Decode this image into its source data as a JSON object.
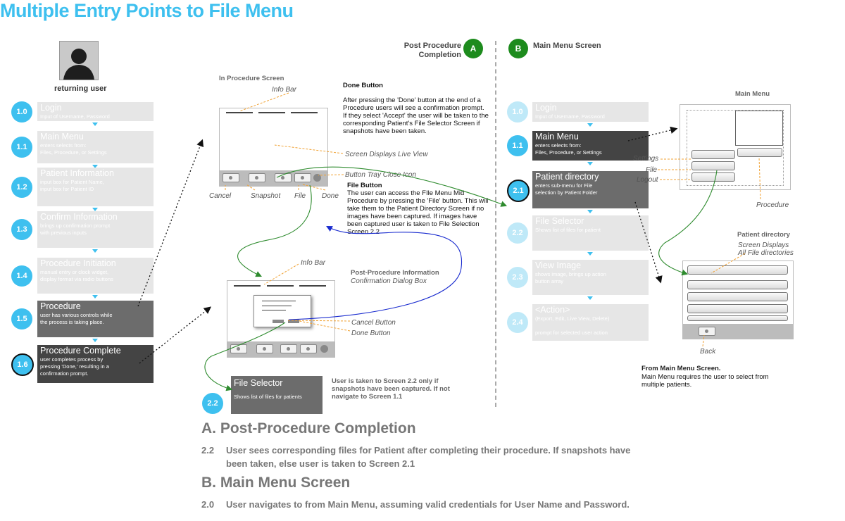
{
  "title": "Multiple Entry Points to File Menu",
  "user": {
    "label": "returning user"
  },
  "flow_left": [
    {
      "num": "1.0",
      "title": "Login",
      "desc": "Input of Username, Password"
    },
    {
      "num": "1.1",
      "title": "Main Menu",
      "desc": "enters selects from:\nFiles, Procedure, or Settings"
    },
    {
      "num": "1.2",
      "title": "Patient Information",
      "desc": "input box for Patient Name,\ninput box for Patient ID"
    },
    {
      "num": "1.3",
      "title": "Confirm Information",
      "desc": "brings up confirmation prompt\nwith previous inputs"
    },
    {
      "num": "1.4",
      "title": "Procedure Initiation",
      "desc": "manual entry or clock widget,\ndisplay format via radio buttons"
    },
    {
      "num": "1.5",
      "title": "Procedure",
      "desc": "user has various controls while\nthe process is taking place."
    },
    {
      "num": "1.6",
      "title": "Procedure  Complete",
      "desc": "user completes process by\npressing 'Done,' resulting in a\nconfirmation prompt."
    }
  ],
  "section_a": {
    "badge": "A",
    "title_line1": "Post Procedure",
    "title_line2": "Completion",
    "in_procedure": {
      "label": "In Procedure Screen",
      "info_bar": "Info Bar",
      "live_view": "Screen Displays Live View",
      "tray_close": "Button Tray Close Icon",
      "buttons": [
        "Cancel",
        "Snapshot",
        "File",
        "Done"
      ]
    },
    "done_button": {
      "heading": "Done Button",
      "text": "After pressing the 'Done' button at the end of a Procedure users will see a confirmation prompt. If they select 'Accept' the user will be taken to the corresponding Patient's File Selector Screen if snapshots have been taken."
    },
    "file_button": {
      "heading": "File Button",
      "text": "The user can access the FIle Menu Mid Procedure by pressing the 'File' button. This will take them to the Patient Directory Screen if no images have been captured. If images have been captured user is taken to File Selection Screen 2.2"
    },
    "post_procedure": {
      "info_bar": "Info Bar",
      "title": "Post-Procedure Information",
      "subtitle": "Confirmation Dialog Box",
      "cancel": "Cancel Button",
      "done": "Done Button"
    },
    "file_selector": {
      "num": "2.2",
      "title": "File Selector",
      "desc": "Shows list of files for patients",
      "note": "User is taken to Screen 2.2 only if snapshots have been captured. If not navigate to Screen 1.1"
    }
  },
  "section_b": {
    "badge": "B",
    "title": "Main Menu Screen",
    "flow": [
      {
        "num": "1.0",
        "title": "Login",
        "desc": "Input of Username, Password"
      },
      {
        "num": "1.1",
        "title": "Main Menu",
        "desc": "enters selects from:\nFiles, Procedure, or Settings"
      },
      {
        "num": "2.1",
        "title": "Patient directory",
        "desc": "enters sub-menu for File\nselection by Patient Folder"
      },
      {
        "num": "2.2",
        "title": "File Selector",
        "desc": "Shows list of files for patient"
      },
      {
        "num": "2.3",
        "title": "View Image",
        "desc": "shows image, brings up action\nbutton array"
      },
      {
        "num": "2.4",
        "title": "<Action>",
        "desc": "(Export, Edit, Live View, Delete)\n\nprompt for selected user action"
      }
    ],
    "main_menu": {
      "label": "Main Menu",
      "settings": "Settings",
      "file": "File",
      "logout": "Logout",
      "procedure": "Procedure"
    },
    "patient_directory": {
      "label": "Patient directory",
      "desc_line1": "Screen Displays",
      "desc_line2": "All File directories",
      "back": "Back"
    },
    "note_heading": "From Main Menu Screen.",
    "note_text": "Main Menu requires the user to select from multiple patients."
  },
  "summary": {
    "a_heading": "A.  Post-Procedure Completion",
    "a_num": "2.2",
    "a_text_line1": "User sees corresponding files for Patient after completing their procedure. If snapshots have",
    "a_text_line2": "been taken, else user is taken to Screen 2.1",
    "b_heading": "B.  Main Menu Screen",
    "b_num": "2.0",
    "b_text": "User navigates to from Main Menu, assuming valid credentials for User Name and Password."
  },
  "colors": {
    "accent": "#3ec0ef",
    "badge": "#1d8b1d",
    "arrow_green": "#2e8b2e",
    "arrow_blue": "#1a2ccf"
  }
}
